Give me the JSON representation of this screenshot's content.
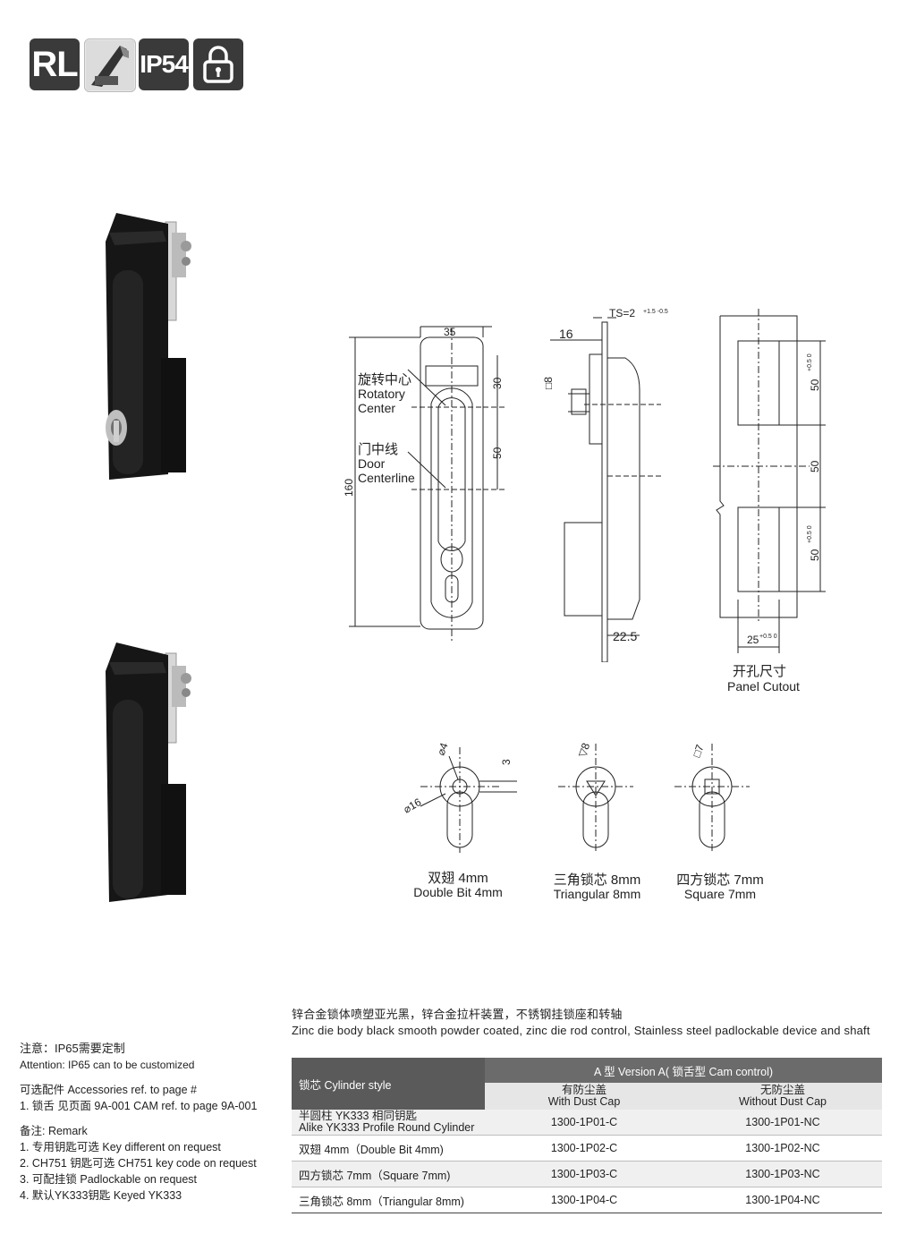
{
  "badges": {
    "rl": "RL",
    "ip": "IP54"
  },
  "drawing": {
    "front": {
      "width": "35",
      "height": "160",
      "upper": "30",
      "lower": "50",
      "rotary_cn": "旋转中心",
      "rotary_en1": "Rotatory",
      "rotary_en2": "Center",
      "door_cn": "门中线",
      "door_en1": "Door",
      "door_en2": "Centerline"
    },
    "side": {
      "ts": "TS=2",
      "ts_tol": "+1.5 -0.5",
      "depth": "16",
      "square": "□8",
      "bottom": "22.5"
    },
    "cutout": {
      "h1": "50",
      "h1_tol": "+0.5 0",
      "mid": "50",
      "h2": "50",
      "h2_tol": "+0.5 0",
      "w": "25",
      "w_tol": "+0.5 0",
      "cn": "开孔尺寸",
      "en": "Panel Cutout"
    },
    "cylinders": [
      {
        "dims": [
          "⌀4",
          "3",
          "⌀16"
        ],
        "cn": "双翅 4mm",
        "en": "Double Bit 4mm"
      },
      {
        "dims": [
          "▽8"
        ],
        "cn": "三角锁芯 8mm",
        "en": "Triangular 8mm"
      },
      {
        "dims": [
          "□7"
        ],
        "cn": "四方锁芯 7mm",
        "en": "Square 7mm"
      }
    ]
  },
  "notes": {
    "attention_cn": "注意：IP65需要定制",
    "attention_en": "Attention: IP65 can to be customized",
    "accessories_title": "可选配件  Accessories ref. to page #",
    "accessories_1": "1. 锁舌 见页面 9A-001  CAM  ref. to page 9A-001",
    "remark_title": "备注: Remark",
    "remarks": [
      "1. 专用钥匙可选  Key different on request",
      "2. CH751 钥匙可选  CH751 key code on request",
      "3. 可配挂锁  Padlockable on request",
      "4. 默认YK333钥匙  Keyed YK333"
    ]
  },
  "description": {
    "cn": "锌合金锁体喷塑亚光黑，锌合金拉杆装置，不锈钢挂锁座和转轴",
    "en": "Zinc die body black smooth powder coated, zinc die rod control, Stainless steel padlockable device and shaft"
  },
  "table": {
    "col0_header": "锁芯 Cylinder style",
    "group_header": "A 型  Version A( 锁舌型 Cam control)",
    "sub1_cn": "有防尘盖",
    "sub1_en": "With Dust Cap",
    "sub2_cn": "无防尘盖",
    "sub2_en": "Without Dust Cap",
    "rows": [
      {
        "style_cn": "半圆柱 YK333 相同钥匙",
        "style_en": "Alike YK333 Profile Round Cylinder",
        "with": "1300-1P01-C",
        "without": "1300-1P01-NC"
      },
      {
        "style": "双翅 4mm（Double Bit 4mm)",
        "with": "1300-1P02-C",
        "without": "1300-1P02-NC"
      },
      {
        "style": "四方锁芯 7mm（Square 7mm)",
        "with": "1300-1P03-C",
        "without": "1300-1P03-NC"
      },
      {
        "style": "三角锁芯 8mm（Triangular 8mm)",
        "with": "1300-1P04-C",
        "without": "1300-1P04-NC"
      }
    ]
  }
}
